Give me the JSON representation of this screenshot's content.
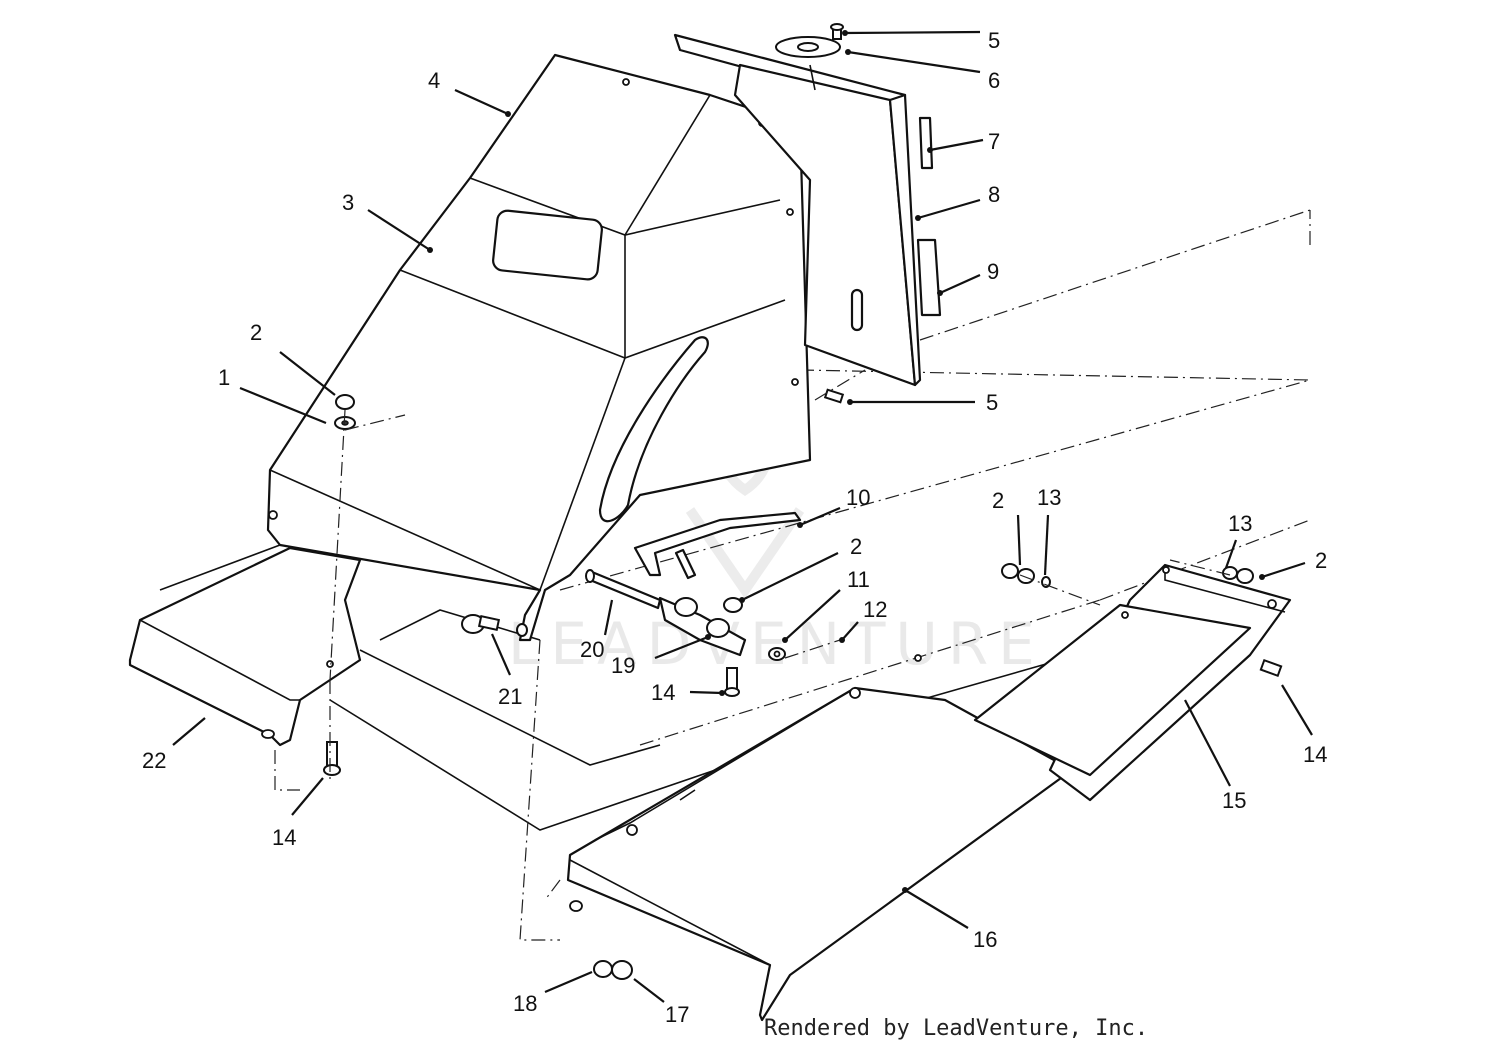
{
  "footer": {
    "credit": "Rendered by LeadVenture, Inc."
  },
  "watermark": {
    "text": "LEADVENTURE"
  },
  "callouts": [
    {
      "id": "c5a",
      "text": "5"
    },
    {
      "id": "c6",
      "text": "6"
    },
    {
      "id": "c4",
      "text": "4"
    },
    {
      "id": "c7",
      "text": "7"
    },
    {
      "id": "c8",
      "text": "8"
    },
    {
      "id": "c3",
      "text": "3"
    },
    {
      "id": "c9",
      "text": "9"
    },
    {
      "id": "c2a",
      "text": "2"
    },
    {
      "id": "c1",
      "text": "1"
    },
    {
      "id": "c5b",
      "text": "5"
    },
    {
      "id": "c10",
      "text": "10"
    },
    {
      "id": "c2b",
      "text": "2"
    },
    {
      "id": "c13a",
      "text": "13"
    },
    {
      "id": "c13b",
      "text": "13"
    },
    {
      "id": "c2c",
      "text": "2"
    },
    {
      "id": "c2d",
      "text": "2"
    },
    {
      "id": "c11",
      "text": "11"
    },
    {
      "id": "c12",
      "text": "12"
    },
    {
      "id": "c20",
      "text": "20"
    },
    {
      "id": "c19",
      "text": "19"
    },
    {
      "id": "c21",
      "text": "21"
    },
    {
      "id": "c14a",
      "text": "14"
    },
    {
      "id": "c14b",
      "text": "14"
    },
    {
      "id": "c22",
      "text": "22"
    },
    {
      "id": "c14c",
      "text": "14"
    },
    {
      "id": "c15",
      "text": "15"
    },
    {
      "id": "c16",
      "text": "16"
    },
    {
      "id": "c18",
      "text": "18"
    },
    {
      "id": "c17",
      "text": "17"
    }
  ]
}
